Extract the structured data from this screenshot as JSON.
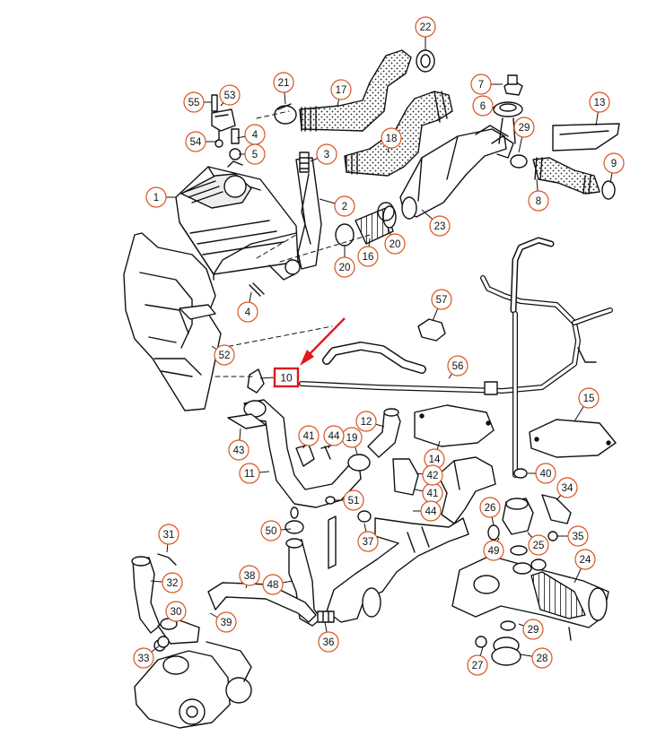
{
  "diagram": {
    "callouts": [
      "1",
      "2",
      "3",
      "4",
      "4",
      "5",
      "6",
      "7",
      "8",
      "9",
      "10",
      "11",
      "12",
      "13",
      "14",
      "15",
      "16",
      "17",
      "18",
      "19",
      "20",
      "20",
      "21",
      "22",
      "23",
      "24",
      "25",
      "26",
      "27",
      "28",
      "29",
      "29",
      "30",
      "31",
      "32",
      "33",
      "34",
      "35",
      "36",
      "37",
      "38",
      "39",
      "40",
      "41",
      "41",
      "42",
      "43",
      "44",
      "44",
      "48",
      "49",
      "50",
      "51",
      "52",
      "53",
      "54",
      "55",
      "56",
      "57"
    ],
    "highlighted": "10",
    "accent_color": "#d9541e",
    "highlight_color": "#e0191c"
  }
}
